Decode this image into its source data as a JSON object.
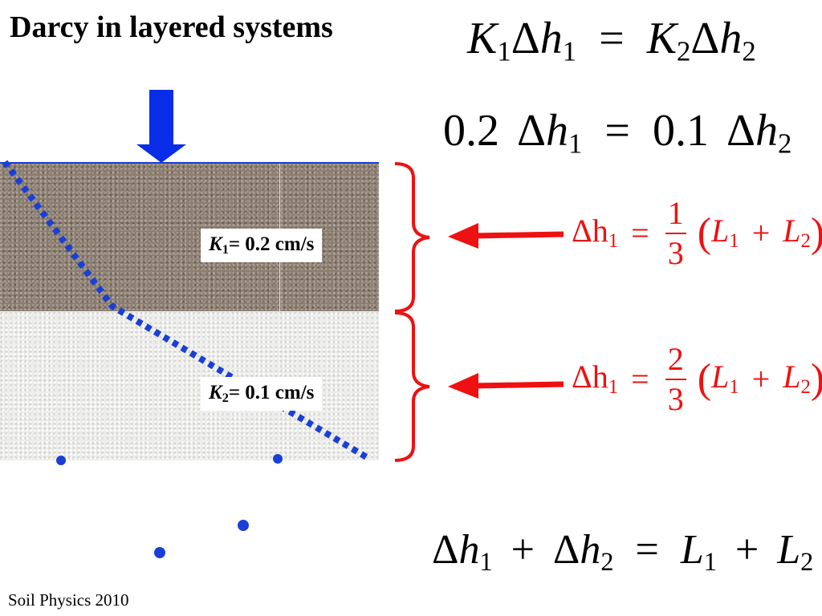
{
  "slide": {
    "title": "Darcy in layered systems",
    "footer": "Soil Physics 2010"
  },
  "layers": [
    {
      "symbol": "K",
      "index": "1",
      "value_text": "= 0.2 cm/s"
    },
    {
      "symbol": "K",
      "index": "2",
      "value_text": "= 0.1 cm/s"
    }
  ],
  "equations": {
    "continuity": {
      "k1": "K",
      "s1": "1",
      "dh1": "Δh",
      "i1": "1",
      "eq": "=",
      "k2": "K",
      "s2": "2",
      "dh2": "Δh",
      "i2": "2"
    },
    "numeric": {
      "c1": "0.2",
      "dh1": "Δh",
      "i1": "1",
      "eq": "=",
      "c2": "0.1",
      "dh2": "Δh",
      "i2": "2"
    },
    "sum": {
      "dh1": "Δh",
      "i1": "1",
      "plus1": "+",
      "dh2": "Δh",
      "i2": "2",
      "eq": "=",
      "l1": "L",
      "j1": "1",
      "plus2": "+",
      "l2": "L",
      "j2": "2"
    },
    "result_top": {
      "dh": "Δh",
      "i": "1",
      "eq": "=",
      "num": "1",
      "den": "3",
      "open": "(",
      "l1": "L",
      "j1": "1",
      "plus": "+",
      "l2": "L",
      "j2": "2",
      "close": ")"
    },
    "result_bottom": {
      "dh": "Δh",
      "i": "1",
      "eq": "=",
      "num": "2",
      "den": "3",
      "open": "(",
      "l1": "L",
      "j1": "1",
      "plus": "+",
      "l2": "L",
      "j2": "2",
      "close": ")"
    }
  },
  "colors": {
    "flow_arrow": "#0a2ee8",
    "head_line": "#1a3fd6",
    "annotation": "#ee1111"
  }
}
